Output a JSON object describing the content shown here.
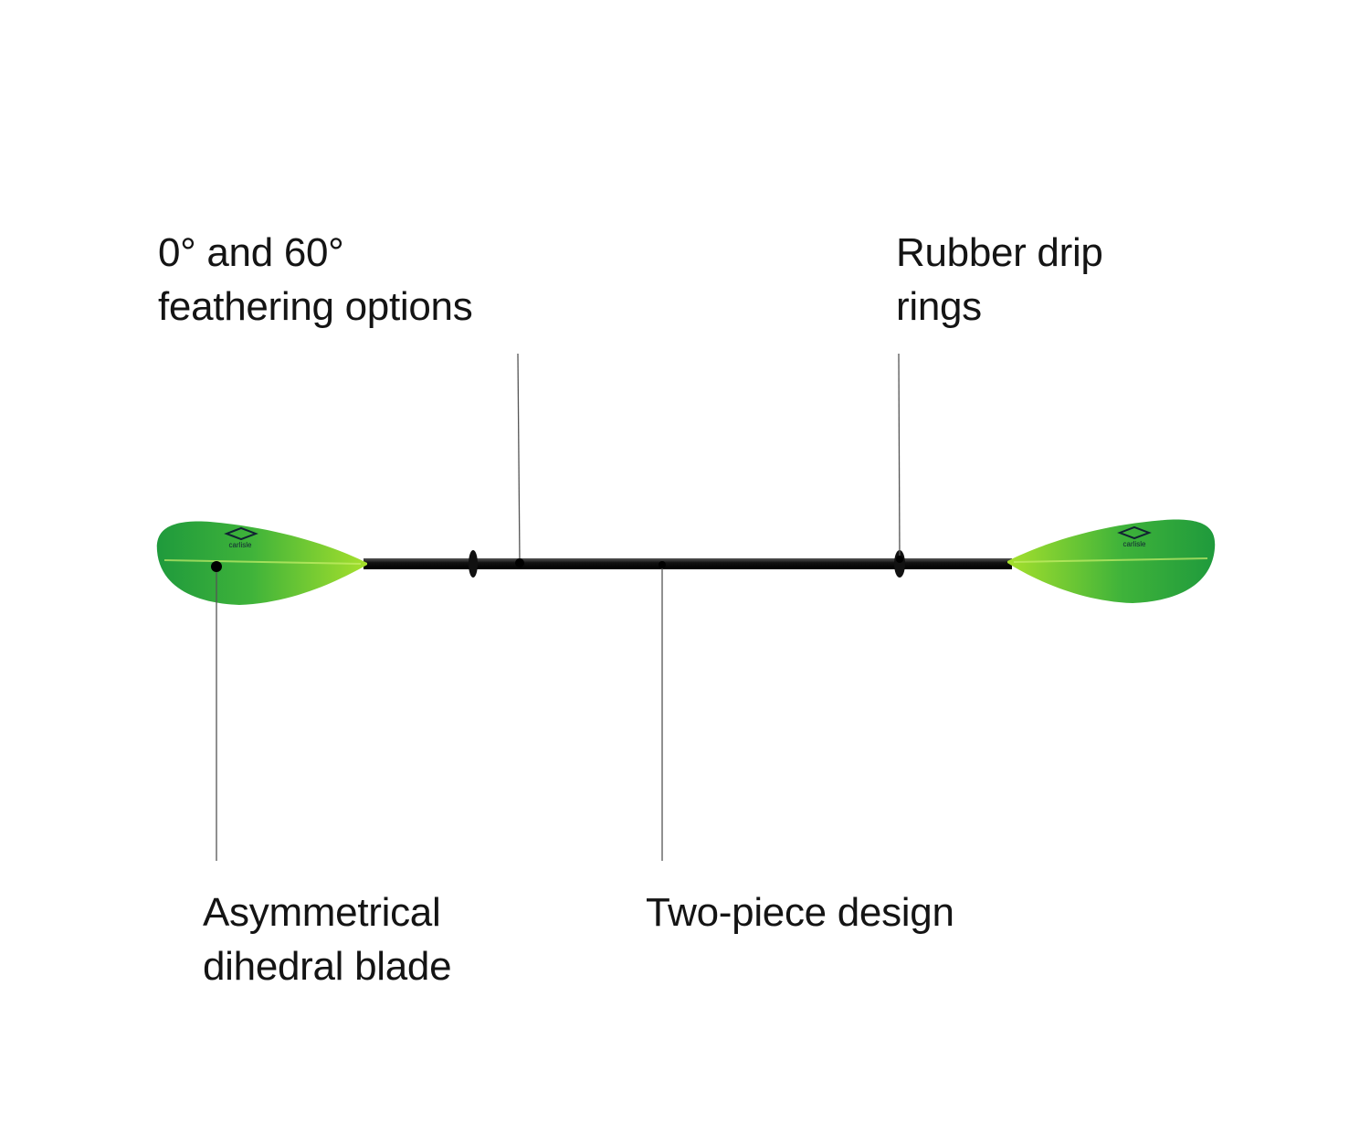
{
  "callouts": {
    "feathering": {
      "line1": "0° and 60°",
      "line2": "feathering options"
    },
    "drip_rings": {
      "line1": "Rubber drip",
      "line2": "rings"
    },
    "blade": {
      "line1": "Asymmetrical",
      "line2": "dihedral blade"
    },
    "two_piece": {
      "line1": "Two-piece design"
    }
  },
  "blade_logo_text": "carlisle",
  "colors": {
    "blade_dark": "#1f9a3c",
    "blade_light": "#9fdc2a",
    "shaft": "#1a1a1a",
    "leader": "#555555"
  }
}
